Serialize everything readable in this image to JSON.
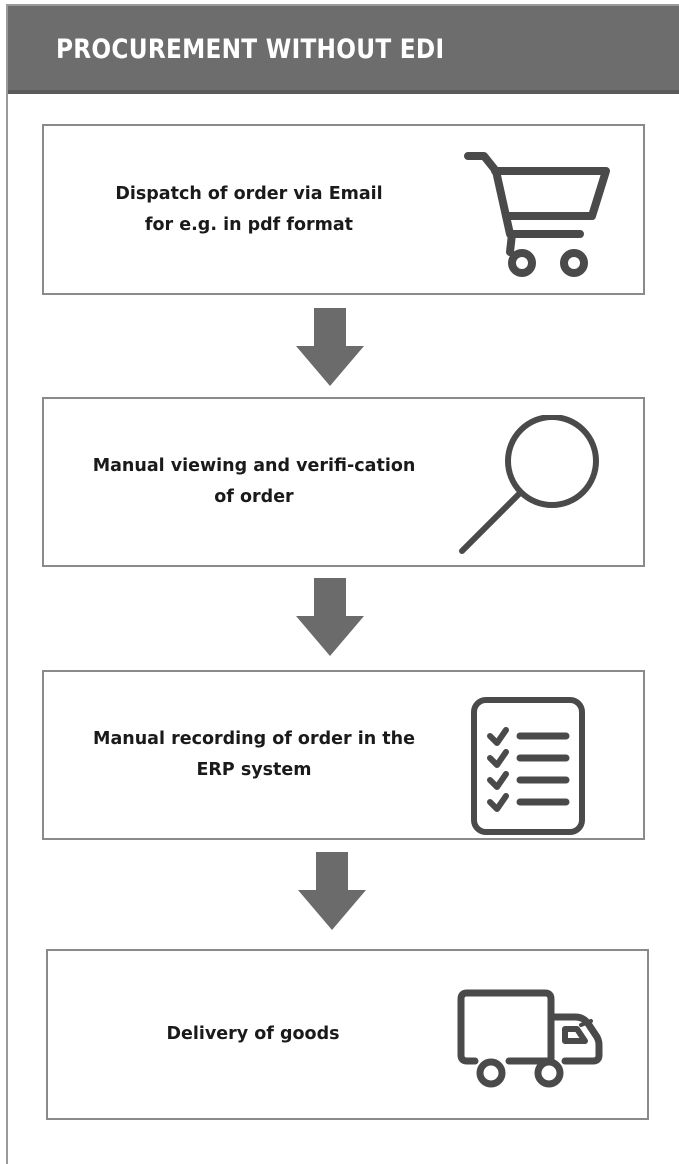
{
  "header": {
    "title": "PROCUREMENT WITHOUT EDI"
  },
  "steps": [
    {
      "label": "Dispatch of order via Email for e.g. in pdf format",
      "icon": "shopping-cart-icon"
    },
    {
      "label": "Manual viewing and verifi-cation of order",
      "icon": "magnifier-icon"
    },
    {
      "label": "Manual recording of order in the ERP system",
      "icon": "checklist-icon"
    },
    {
      "label": "Delivery of goods",
      "icon": "delivery-truck-icon"
    }
  ],
  "colors": {
    "header_bg": "#6d6d6d",
    "arrow": "#6b6b6b",
    "icon_stroke": "#4a4a4a",
    "box_border": "#8a8a8a"
  }
}
